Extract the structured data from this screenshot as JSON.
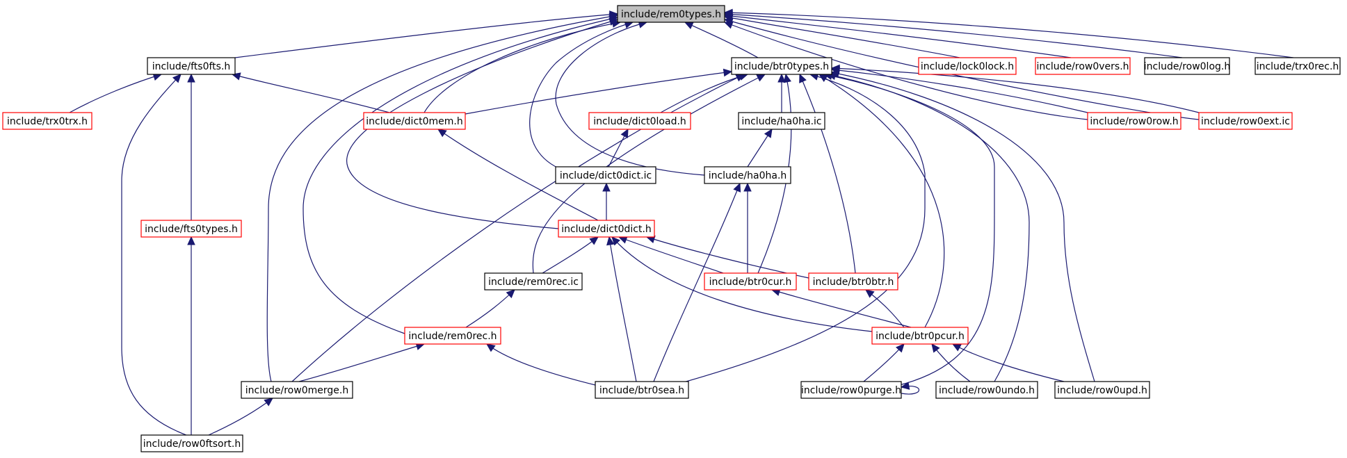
{
  "diagram": {
    "nodes": [
      {
        "id": "rem0types_h",
        "label": "include/rem0types.h",
        "border": "black",
        "fill": "#bfbfbf"
      },
      {
        "id": "fts0fts_h",
        "label": "include/fts0fts.h",
        "border": "black"
      },
      {
        "id": "btr0types_h",
        "label": "include/btr0types.h",
        "border": "black"
      },
      {
        "id": "lock0lock_h",
        "label": "include/lock0lock.h",
        "border": "red"
      },
      {
        "id": "row0vers_h",
        "label": "include/row0vers.h",
        "border": "red"
      },
      {
        "id": "row0log_h",
        "label": "include/row0log.h",
        "border": "black"
      },
      {
        "id": "trx0rec_h",
        "label": "include/trx0rec.h",
        "border": "black"
      },
      {
        "id": "trx0trx_h",
        "label": "include/trx0trx.h",
        "border": "red"
      },
      {
        "id": "dict0mem_h",
        "label": "include/dict0mem.h",
        "border": "red"
      },
      {
        "id": "dict0load_h",
        "label": "include/dict0load.h",
        "border": "red"
      },
      {
        "id": "ha0ha_ic",
        "label": "include/ha0ha.ic",
        "border": "black"
      },
      {
        "id": "row0row_h",
        "label": "include/row0row.h",
        "border": "red"
      },
      {
        "id": "row0ext_ic",
        "label": "include/row0ext.ic",
        "border": "red"
      },
      {
        "id": "dict0dict_ic",
        "label": "include/dict0dict.ic",
        "border": "black"
      },
      {
        "id": "ha0ha_h",
        "label": "include/ha0ha.h",
        "border": "black"
      },
      {
        "id": "fts0types_h",
        "label": "include/fts0types.h",
        "border": "red"
      },
      {
        "id": "dict0dict_h",
        "label": "include/dict0dict.h",
        "border": "red"
      },
      {
        "id": "rem0rec_ic",
        "label": "include/rem0rec.ic",
        "border": "black"
      },
      {
        "id": "btr0cur_h",
        "label": "include/btr0cur.h",
        "border": "red"
      },
      {
        "id": "btr0btr_h",
        "label": "include/btr0btr.h",
        "border": "red"
      },
      {
        "id": "rem0rec_h",
        "label": "include/rem0rec.h",
        "border": "red"
      },
      {
        "id": "btr0pcur_h",
        "label": "include/btr0pcur.h",
        "border": "red"
      },
      {
        "id": "row0merge_h",
        "label": "include/row0merge.h",
        "border": "black"
      },
      {
        "id": "btr0sea_h",
        "label": "include/btr0sea.h",
        "border": "black"
      },
      {
        "id": "row0purge_h",
        "label": "include/row0purge.h",
        "border": "black"
      },
      {
        "id": "row0undo_h",
        "label": "include/row0undo.h",
        "border": "black"
      },
      {
        "id": "row0upd_h",
        "label": "include/row0upd.h",
        "border": "black"
      },
      {
        "id": "row0ftsort_h",
        "label": "include/row0ftsort.h",
        "border": "black"
      }
    ],
    "edges": [
      {
        "from": "fts0fts_h",
        "to": "rem0types_h"
      },
      {
        "from": "btr0types_h",
        "to": "rem0types_h"
      },
      {
        "from": "lock0lock_h",
        "to": "rem0types_h"
      },
      {
        "from": "row0vers_h",
        "to": "rem0types_h"
      },
      {
        "from": "row0log_h",
        "to": "rem0types_h"
      },
      {
        "from": "trx0rec_h",
        "to": "rem0types_h"
      },
      {
        "from": "dict0mem_h",
        "to": "rem0types_h"
      },
      {
        "from": "dict0dict_ic",
        "to": "rem0types_h"
      },
      {
        "from": "ha0ha_h",
        "to": "rem0types_h"
      },
      {
        "from": "dict0dict_h",
        "to": "rem0types_h"
      },
      {
        "from": "rem0rec_h",
        "to": "rem0types_h"
      },
      {
        "from": "row0merge_h",
        "to": "rem0types_h"
      },
      {
        "from": "row0row_h",
        "to": "rem0types_h"
      },
      {
        "from": "row0ext_ic",
        "to": "rem0types_h"
      },
      {
        "from": "trx0trx_h",
        "to": "fts0fts_h"
      },
      {
        "from": "fts0types_h",
        "to": "fts0fts_h"
      },
      {
        "from": "dict0mem_h",
        "to": "fts0fts_h"
      },
      {
        "from": "row0ftsort_h",
        "to": "fts0fts_h"
      },
      {
        "from": "row0ftsort_h",
        "to": "fts0types_h"
      },
      {
        "from": "dict0mem_h",
        "to": "btr0types_h"
      },
      {
        "from": "dict0load_h",
        "to": "btr0types_h"
      },
      {
        "from": "ha0ha_ic",
        "to": "btr0types_h"
      },
      {
        "from": "row0row_h",
        "to": "btr0types_h"
      },
      {
        "from": "row0ext_ic",
        "to": "btr0types_h"
      },
      {
        "from": "row0merge_h",
        "to": "btr0types_h"
      },
      {
        "from": "rem0rec_ic",
        "to": "btr0types_h"
      },
      {
        "from": "btr0cur_h",
        "to": "btr0types_h"
      },
      {
        "from": "btr0btr_h",
        "to": "btr0types_h"
      },
      {
        "from": "btr0sea_h",
        "to": "btr0types_h"
      },
      {
        "from": "btr0pcur_h",
        "to": "btr0types_h"
      },
      {
        "from": "row0purge_h",
        "to": "btr0types_h"
      },
      {
        "from": "row0undo_h",
        "to": "btr0types_h"
      },
      {
        "from": "row0upd_h",
        "to": "btr0types_h"
      },
      {
        "from": "dict0dict_h",
        "to": "dict0mem_h"
      },
      {
        "from": "dict0dict_ic",
        "to": "dict0load_h"
      },
      {
        "from": "dict0dict_h",
        "to": "dict0dict_ic"
      },
      {
        "from": "ha0ha_h",
        "to": "ha0ha_ic"
      },
      {
        "from": "btr0cur_h",
        "to": "ha0ha_h"
      },
      {
        "from": "btr0sea_h",
        "to": "ha0ha_h"
      },
      {
        "from": "rem0rec_ic",
        "to": "dict0dict_h"
      },
      {
        "from": "btr0cur_h",
        "to": "dict0dict_h"
      },
      {
        "from": "btr0btr_h",
        "to": "dict0dict_h"
      },
      {
        "from": "btr0pcur_h",
        "to": "dict0dict_h"
      },
      {
        "from": "btr0sea_h",
        "to": "dict0dict_h"
      },
      {
        "from": "rem0rec_h",
        "to": "rem0rec_ic"
      },
      {
        "from": "btr0pcur_h",
        "to": "btr0cur_h"
      },
      {
        "from": "btr0pcur_h",
        "to": "btr0btr_h"
      },
      {
        "from": "row0merge_h",
        "to": "rem0rec_h"
      },
      {
        "from": "btr0sea_h",
        "to": "rem0rec_h"
      },
      {
        "from": "row0purge_h",
        "to": "btr0pcur_h"
      },
      {
        "from": "row0undo_h",
        "to": "btr0pcur_h"
      },
      {
        "from": "row0upd_h",
        "to": "btr0pcur_h"
      },
      {
        "from": "row0ftsort_h",
        "to": "row0merge_h"
      },
      {
        "from": "row0purge_h",
        "to": "row0purge_h"
      }
    ]
  }
}
